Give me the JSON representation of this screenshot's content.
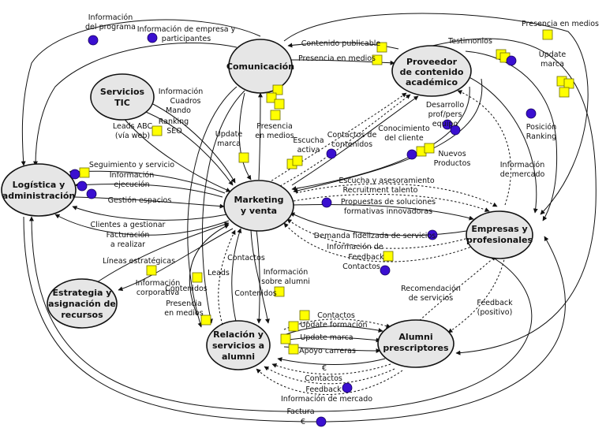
{
  "nodes": {
    "comunicacion": [
      "Comunicación"
    ],
    "proveedor": [
      "Proveedor",
      "de contenido",
      "académico"
    ],
    "servicios_tic": [
      "Servicios",
      "TIC"
    ],
    "logistica": [
      "Logística y",
      "administración"
    ],
    "marketing": [
      "Marketing",
      "y venta"
    ],
    "empresas": [
      "Empresas y",
      "profesionales"
    ],
    "estrategia": [
      "Estrategia y",
      "asignación de",
      "recursos"
    ],
    "relacion": [
      "Relación y",
      "servicios a",
      "alumni"
    ],
    "alumni": [
      "Alumni",
      "prescriptores"
    ]
  },
  "edge_labels": {
    "info_programa": [
      "Información",
      "del programa"
    ],
    "info_empresa": [
      "Información de empresa y",
      "participantes"
    ],
    "presencia_medios_top": "Presencia en medios",
    "contenido_publicable": "Contenido publicable",
    "presencia_medios_com": "Presencia en medios",
    "testimonios": "Testimonios",
    "update_marca_right": [
      "Update",
      "marca"
    ],
    "info_cuadros": [
      "Información",
      "Cuadros",
      "Mando"
    ],
    "ranking_seo": [
      "Ranking",
      "SEO"
    ],
    "leads_abc": [
      "Leads ABC",
      "(vía web)"
    ],
    "update_marca_mk": [
      "Update",
      "marca"
    ],
    "presencia_medios_mk": [
      "Presencia",
      "en medios"
    ],
    "escucha_activa": [
      "Escucha",
      "activa"
    ],
    "contactos_contenidos": [
      "Contactos de",
      "contenidos"
    ],
    "desarrollo_prof": [
      "Desarrollo",
      "prof/pers",
      "equipo"
    ],
    "conocimiento_cliente": [
      "Conocimiento",
      "del cliente"
    ],
    "nuevos_productos": [
      "Nuevos",
      "Productos"
    ],
    "posicion_ranking": [
      "Posición",
      "Ranking"
    ],
    "info_mercado_right": [
      "Información",
      "de mercado"
    ],
    "seguimiento": "Seguimiento y servicio",
    "info_ejecucion": [
      "Información",
      "ejecución"
    ],
    "gestion_espacios": "Gestión espacios",
    "clientes_gestionar": "Clientes a gestionar",
    "facturacion": [
      "Facturación",
      "a realizar"
    ],
    "escucha_asesoramiento": "Escucha y asesoramiento",
    "recruitment": "Recruitment talento",
    "propuestas": [
      "Propuestas de soluciones",
      "formativas innovadoras"
    ],
    "demanda_fidelizada": "Demanda fidelizada de servicios",
    "info_feedback": [
      "Información de",
      "Feedback"
    ],
    "contactos_emp": "Contactos",
    "lineas_estrategicas": "Líneas estratégicas",
    "info_corporativa": [
      "Información",
      "corporativa"
    ],
    "contactos_mid": "Contactos",
    "leads": "Leads",
    "info_sobre_alumni": [
      "Información",
      "sobre alumni"
    ],
    "contenidos_left": "Contenidos",
    "contenidos_right": "Contenidos",
    "presencia_medios_rel": [
      "Presencia",
      "en medios"
    ],
    "recomendacion": [
      "Recomendación",
      "de servicios"
    ],
    "feedback_positivo": [
      "Feedback",
      "(positivo)"
    ],
    "rel_contactos": "Contactos",
    "rel_update_formacion": "Update formación",
    "rel_update_marca": "Update marca",
    "rel_apoyo": "Apoyo carreras",
    "bottom_euro": "€",
    "bottom_contactos": "Contactos",
    "bottom_feedback": "Feedback",
    "bottom_info_mercado": "Información de mercado",
    "factura": "Factura",
    "euro_bottom": "€"
  },
  "colors": {
    "node_fill": "#e6e6e6",
    "sticky": "#ffff00",
    "dot": "#3a0fd0"
  }
}
